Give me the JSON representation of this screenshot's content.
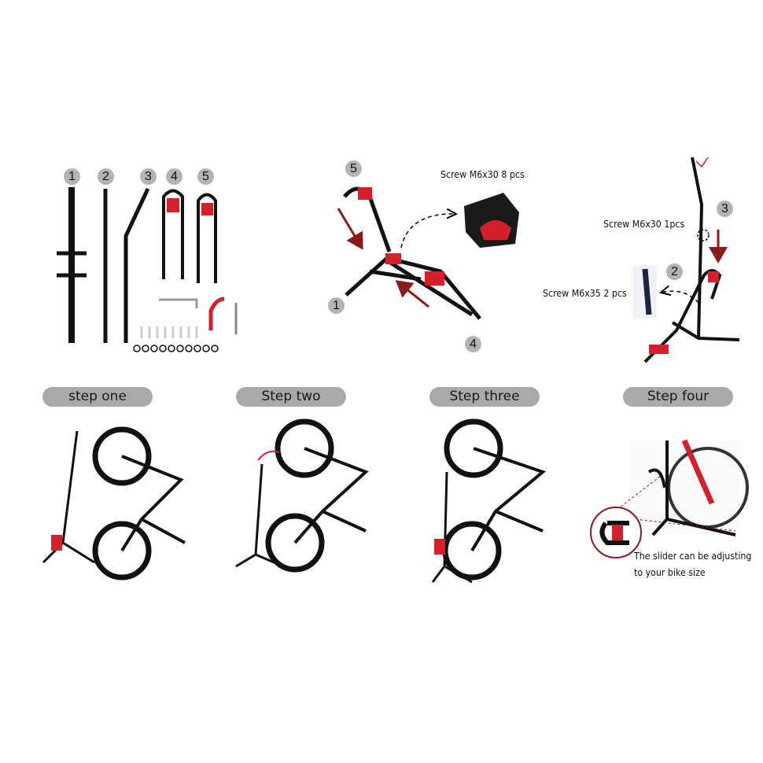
{
  "parts": {
    "numbers": [
      "1",
      "2",
      "3",
      "4",
      "5"
    ]
  },
  "assembly": {
    "numbers": {
      "top": "5",
      "left": "1",
      "bottom": "4"
    },
    "screw_label": "Screw M6x30 8 pcs"
  },
  "upright": {
    "numbers": {
      "pole": "3",
      "bracket": "2"
    },
    "screw_label_1": "Screw M6x30 1pcs",
    "screw_label_2": "Screw M6x35 2 pcs"
  },
  "steps": [
    {
      "label": "step one"
    },
    {
      "label": "Step two"
    },
    {
      "label": "Step three"
    },
    {
      "label": "Step four"
    }
  ],
  "step_four_note": {
    "line1": "The slider can be adjusting",
    "line2": "to your bike size"
  },
  "colors": {
    "accent_red": "#d3202a",
    "arrow": "#8b1a1a",
    "badge": "#b3b3b3",
    "pill": "#a9a9a9"
  }
}
